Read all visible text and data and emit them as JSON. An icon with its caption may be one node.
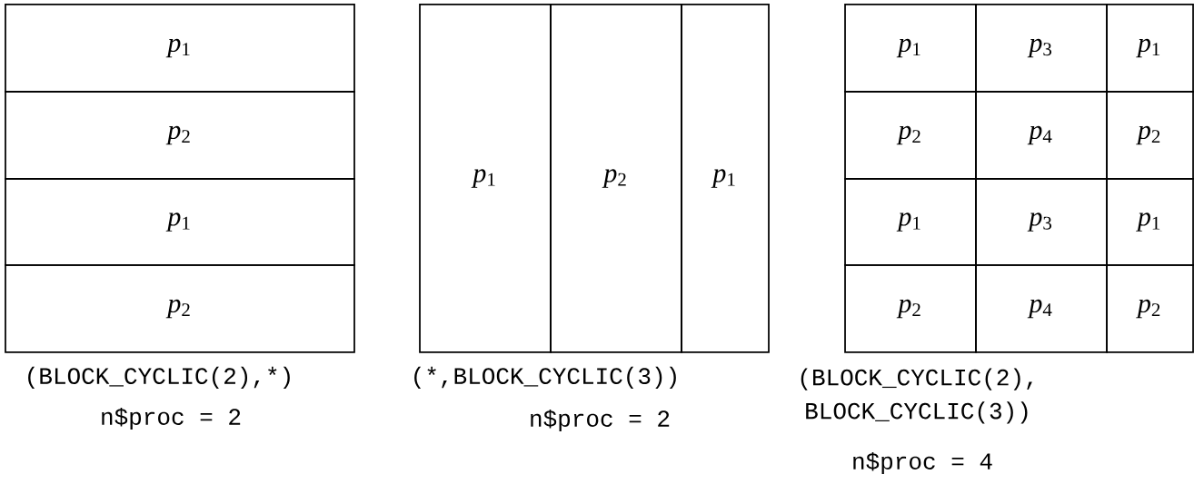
{
  "diagram": {
    "nodes": [
      {
        "text": [
          "*p*$_{1}$"
        ]
      },
      {
        "text": [
          "*p*$_{2}$"
        ]
      },
      {
        "text": [
          "*p*$_{1}$"
        ]
      },
      {
        "text": [
          "*p*$_{2}$"
        ]
      },
      {
        "text": [
          "*p*$_{1}$"
        ]
      },
      {
        "text": [
          "*p*$_{2}$"
        ]
      },
      {
        "text": [
          "*p*$_{1}$"
        ]
      },
      {
        "text": [
          "*p*$_{1}$"
        ]
      },
      {
        "text": [
          "*p*$_{3}$"
        ]
      },
      {
        "text": [
          "*p*$_{1}$"
        ]
      },
      {
        "text": [
          "*p*$_{2}$"
        ]
      },
      {
        "text": [
          "*p*$_{4}$"
        ]
      },
      {
        "text": [
          "*p*$_{2}$"
        ]
      },
      {
        "text": [
          "*p*$_{1}$"
        ]
      },
      {
        "text": [
          "*p*$_{3}$"
        ]
      },
      {
        "text": [
          "*p*$_{1}$"
        ]
      },
      {
        "text": [
          "*p*$_{2}$"
        ]
      },
      {
        "text": [
          "*p*$_{4}$"
        ]
      },
      {
        "text": [
          "*p*$_{2}$"
        ]
      }
    ],
    "labels": [
      "(BLOCK_CYCLIC(2),*)",
      "(*,BLOCK_CYCLIC(3))",
      "(BLOCK_CYCLIC(2), BLOCK_CYCLIC(3))",
      "n$proc = 2",
      "n$proc = 2",
      "n$proc = 4"
    ]
  }
}
